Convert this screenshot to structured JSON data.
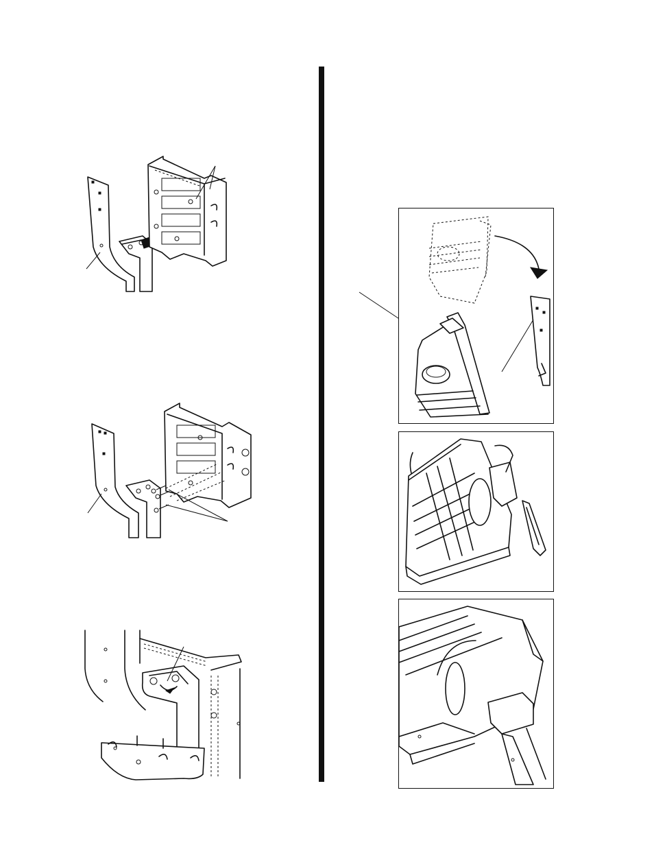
{
  "page": {
    "background": "#ffffff",
    "ink": "#111111"
  },
  "figures": {
    "bracket_insert": {
      "icon": "bracket-insert-arrow-illustration"
    },
    "bracket_screws": {
      "icon": "bracket-screw-attachment-illustration"
    },
    "bracket_detail": {
      "icon": "bracket-mounted-detail-illustration"
    },
    "unit_lower": {
      "icon": "unit-lowering-onto-bracket-illustration"
    },
    "unit_hands": {
      "icon": "unit-placement-with-hands-illustration"
    },
    "unit_seated": {
      "icon": "unit-seated-on-bracket-illustration"
    }
  }
}
